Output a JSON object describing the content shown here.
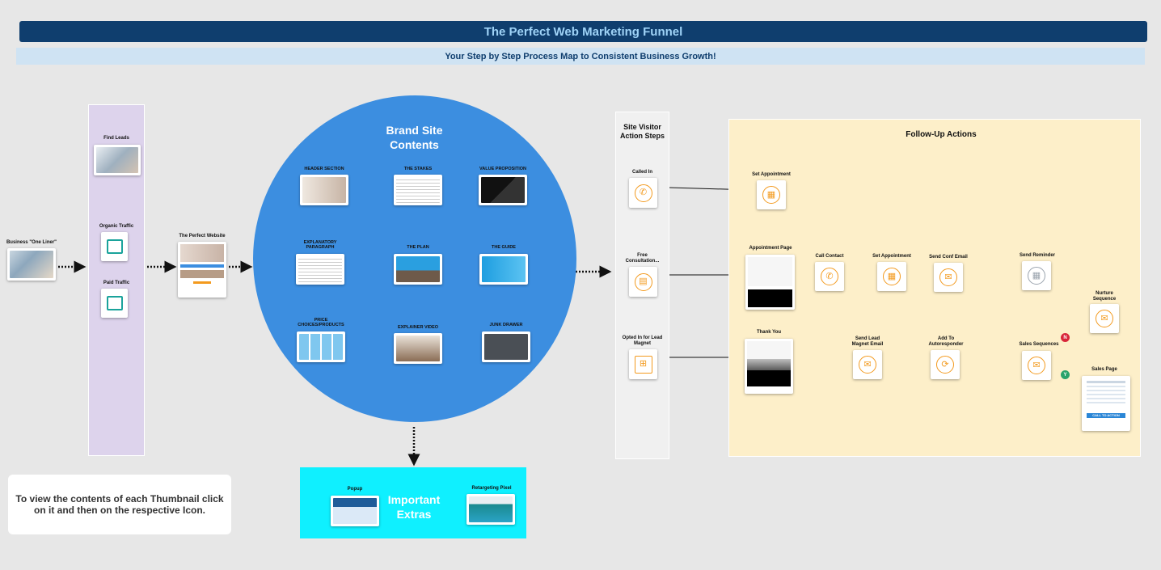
{
  "header": {
    "title": "The Perfect Web Marketing Funnel",
    "subtitle": "Your Step by Step Process Map to Consistent Business Growth!"
  },
  "left": {
    "one_liner": "Business \"One Liner\"",
    "find_leads": "Find Leads",
    "organic": "Organic Traffic",
    "paid": "Paid Traffic",
    "website": "The Perfect Website"
  },
  "brand": {
    "title_line1": "Brand Site",
    "title_line2": "Contents",
    "header_section": "HEADER SECTION",
    "stakes": "THE STAKES",
    "value_prop": "VALUE PROPOSITION",
    "explanatory_1": "EXPLANATORY",
    "explanatory_2": "PARAGRAPH",
    "plan": "THE PLAN",
    "guide": "THE GUIDE",
    "price_1": "PRICE",
    "price_2": "CHOICES/PRODUCTS",
    "explainer": "EXPLAINER VIDEO",
    "junk": "JUNK DRAWER"
  },
  "visitor": {
    "title_line1": "Site Visitor",
    "title_line2": "Action Steps",
    "called_in": "Called In",
    "free_consult_1": "Free",
    "free_consult_2": "Consultation...",
    "opted_in_1": "Opted In for Lead",
    "opted_in_2": "Magnet"
  },
  "followup": {
    "title": "Follow-Up Actions",
    "set_appointment_top": "Set Appointment",
    "appointment_page": "Appointment Page",
    "call_contact": "Call Contact",
    "set_appointment": "Set Appointment",
    "send_conf_email": "Send Conf Email",
    "send_reminder": "Send Reminder",
    "nurture_1": "Nurture",
    "nurture_2": "Sequence",
    "thank_you": "Thank You",
    "send_lead_1": "Send Lead",
    "send_lead_2": "Magnet Email",
    "add_to_1": "Add To",
    "add_to_2": "Autoresponder",
    "sales_sequences": "Sales Sequences",
    "sales_page": "Sales Page",
    "n_badge": "N",
    "y_badge": "Y",
    "cta": "CALL TO ACTION"
  },
  "extras": {
    "popup": "Popup",
    "title_line1": "Important",
    "title_line2": "Extras",
    "pixel": "Retargeting Pixel"
  },
  "note": {
    "line1": "To view the contents of each Thumbnail click",
    "line2": "on it and then on the respective Icon."
  },
  "colors": {
    "title_bg": "#0f3e6e",
    "title_text": "#9fd3f7",
    "subtitle_bg": "#cfe3f3",
    "traffic_panel": "#ddd3ec",
    "brand_circle": "#3c8ee0",
    "followup_panel": "#fdefc9",
    "extras_bg": "#0ff0ff",
    "icon_orange": "#f39a1e",
    "icon_teal": "#1aa39b",
    "no_badge": "#d8263a",
    "yes_badge": "#2aa36b"
  }
}
